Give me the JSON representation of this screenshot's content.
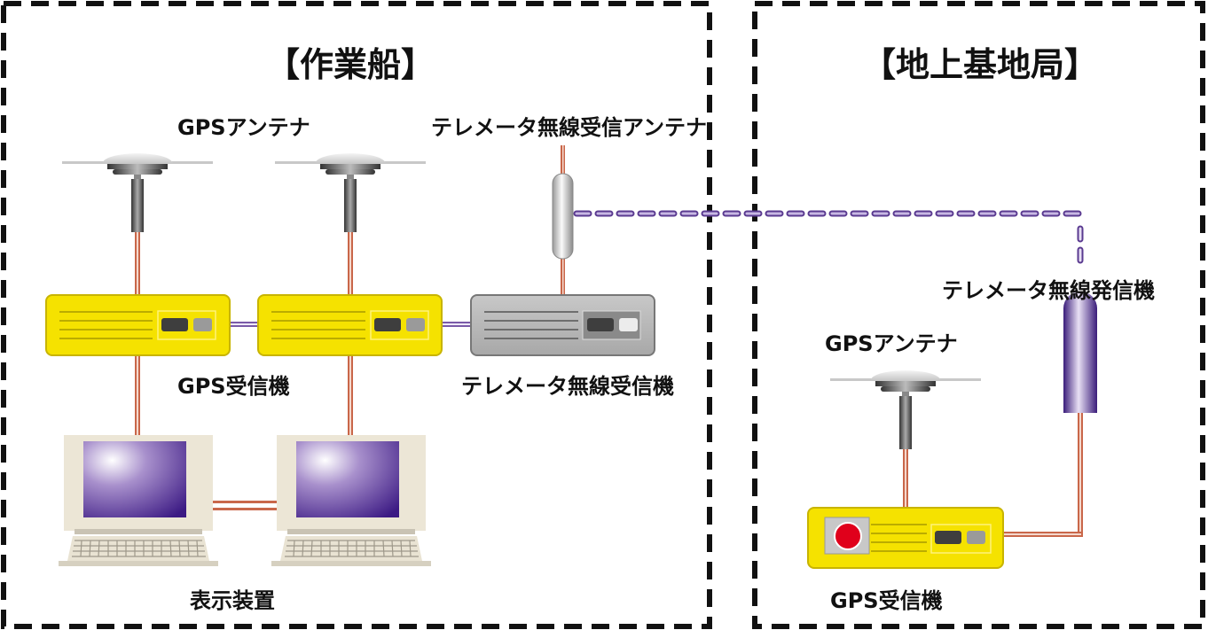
{
  "sections": {
    "vessel": {
      "title": "【作業船】"
    },
    "ground": {
      "title": "【地上基地局】"
    }
  },
  "labels": {
    "vessel_gps_antenna": "GPSアンテナ",
    "vessel_telemetry_rx_antenna": "テレメータ無線受信アンテナ",
    "vessel_gps_receiver": "GPS受信機",
    "vessel_telemetry_receiver": "テレメータ無線受信機",
    "vessel_display": "表示装置",
    "ground_telemetry_transmitter": "テレメータ無線発信機",
    "ground_gps_antenna": "GPSアンテナ",
    "ground_gps_receiver": "GPS受信機"
  },
  "colors": {
    "receiver_yellow": "#f5e200",
    "receiver_border": "#c8b400",
    "telemetry_gray": "#b4b4b4",
    "cable_copper": "#c9674a",
    "radio_link_purple": "#7a5aa8",
    "screen_purple": "#4a2a8a",
    "status_red": "#e0001b",
    "border_black": "#111111"
  }
}
